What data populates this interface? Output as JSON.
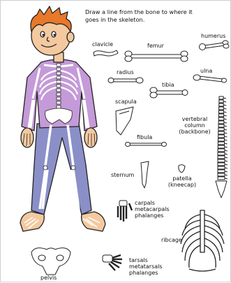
{
  "instruction": {
    "line1": "Draw a line from the bone to where it",
    "line2": "goes in the skeleton."
  },
  "labels": {
    "clavicle": "clavicle",
    "femur": "femur",
    "humerus": "humerus",
    "radius": "radius",
    "ulna": "ulna",
    "tibia": "tibia",
    "scapula": "scapula",
    "vertebral": {
      "l1": "vertebral",
      "l2": "column",
      "l3": "(backbone)"
    },
    "fibula": "fibula",
    "sternum": "sternum",
    "patella": {
      "l1": "patella",
      "l2": "(kneecap)"
    },
    "hand": {
      "l1": "carpals",
      "l2": "metacarpals",
      "l3": "phalanges"
    },
    "ribcage": "ribcage",
    "pelvis": "pelvis",
    "foot": {
      "l1": "tarsals",
      "l2": "metatarsals",
      "l3": "phalanges"
    }
  },
  "colors": {
    "hair": "#e8782a",
    "skin": "#f4c9a0",
    "shirt": "#c49ad8",
    "pants": "#8a8fc8",
    "bone": "#ffffff",
    "outline": "#222222"
  }
}
